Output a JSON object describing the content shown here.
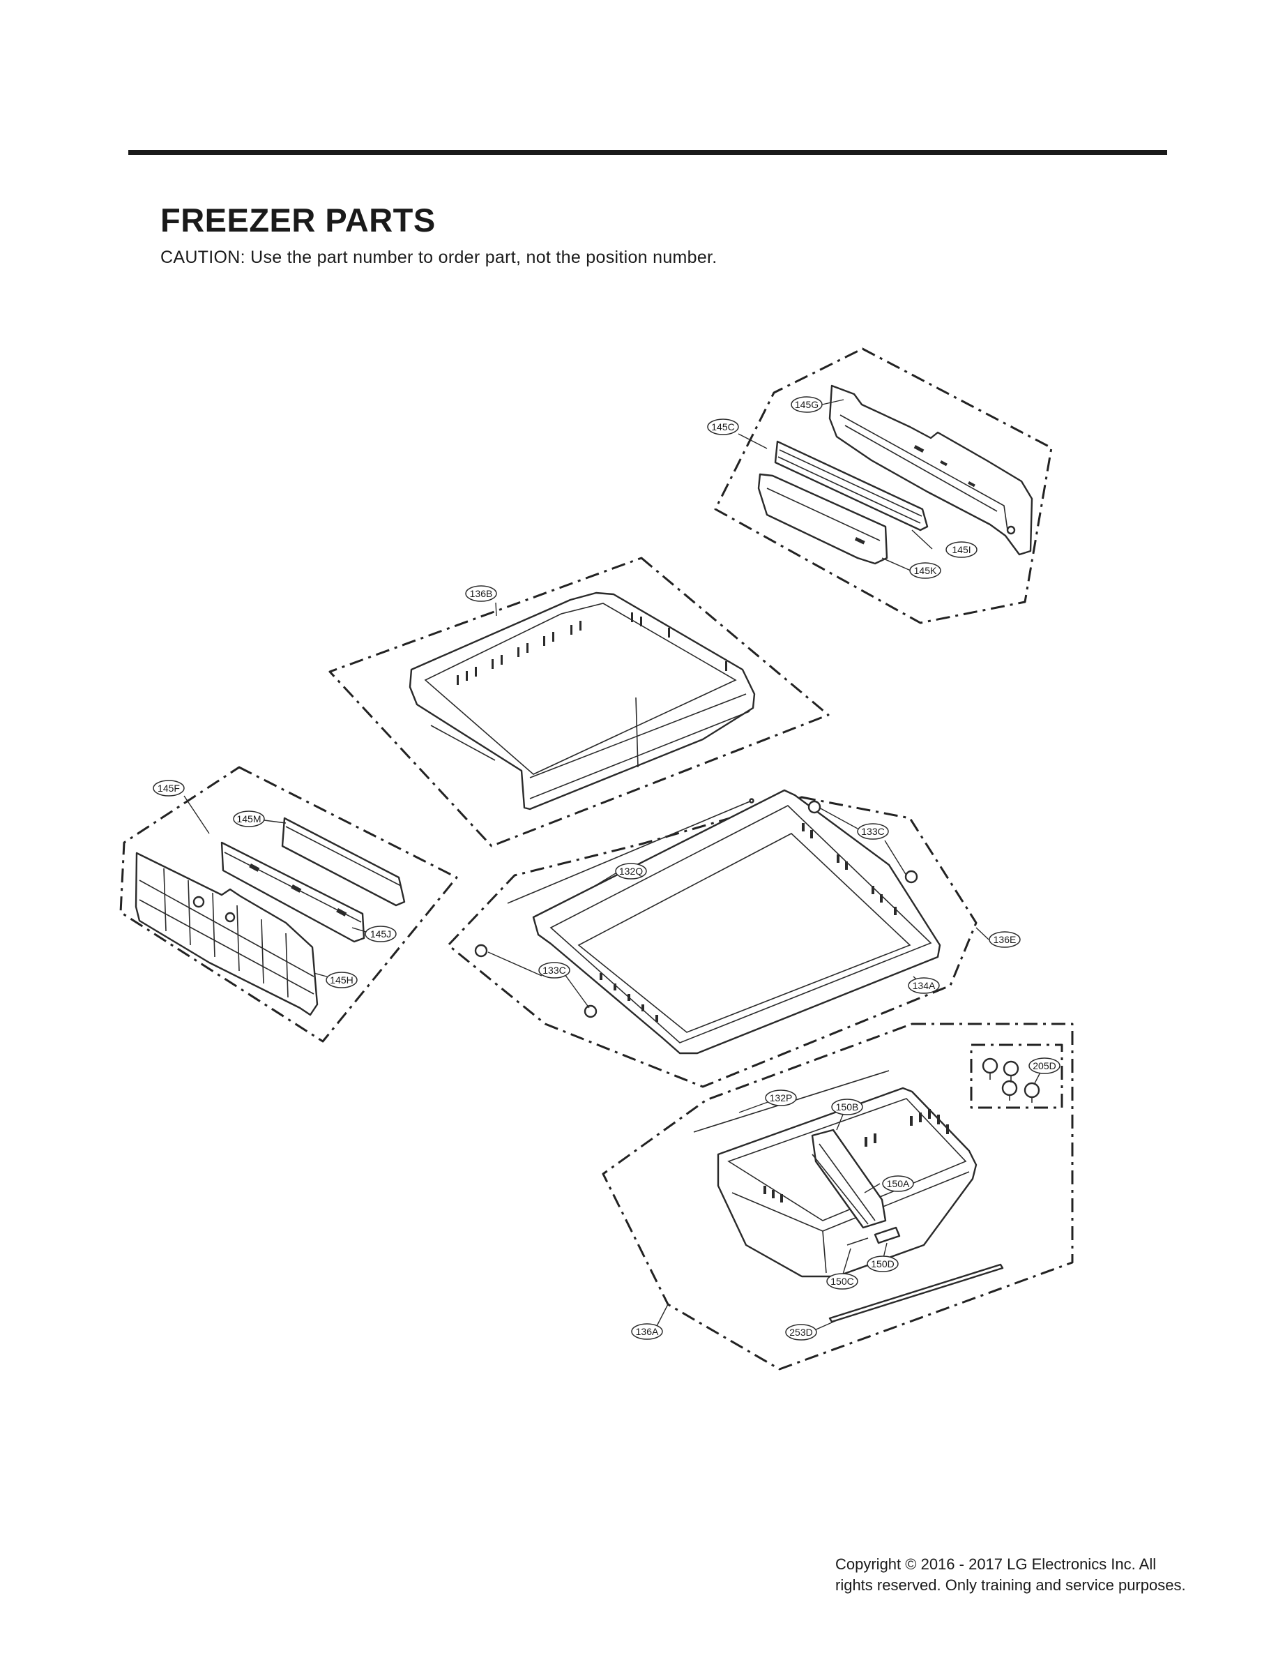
{
  "header": {
    "title": "FREEZER PARTS",
    "caution": "CAUTION: Use the part number to order part, not the position number."
  },
  "diagram": {
    "callouts": {
      "c145G": "145G",
      "c145C": "145C",
      "c145I": "145I",
      "c145K": "145K",
      "c136B": "136B",
      "c145F": "145F",
      "c145M": "145M",
      "c145J": "145J",
      "c145H": "145H",
      "c133C_top": "133C",
      "c132Q": "132Q",
      "c136E": "136E",
      "c133C_left": "133C",
      "c134A": "134A",
      "c205D": "205D",
      "c132P": "132P",
      "c150B": "150B",
      "c150A": "150A",
      "c150D": "150D",
      "c150C": "150C",
      "c136A": "136A",
      "c253D": "253D"
    }
  },
  "footer": {
    "line1": "Copyright © 2016 - 2017 LG Electronics Inc. All",
    "line2": "rights reserved. Only training and service purposes."
  }
}
